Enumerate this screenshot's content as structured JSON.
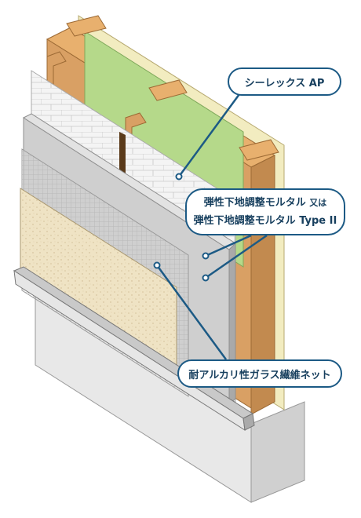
{
  "callouts": {
    "sealex": "シーレックス AP",
    "mortar_line1_main": "弾性下地調整モルタル",
    "mortar_line1_suffix": "又は",
    "mortar_line2": "弾性下地調整モルタル Type II",
    "mesh": "耐アルカリ性ガラス繊維ネット"
  },
  "colors": {
    "callout_border": "#1c5a85",
    "callout_text": "#173f5e",
    "wood": "#d9a064",
    "insulation": "#b5d98a",
    "foundation": "#e8e8e8",
    "finish": "#efe3c4"
  }
}
